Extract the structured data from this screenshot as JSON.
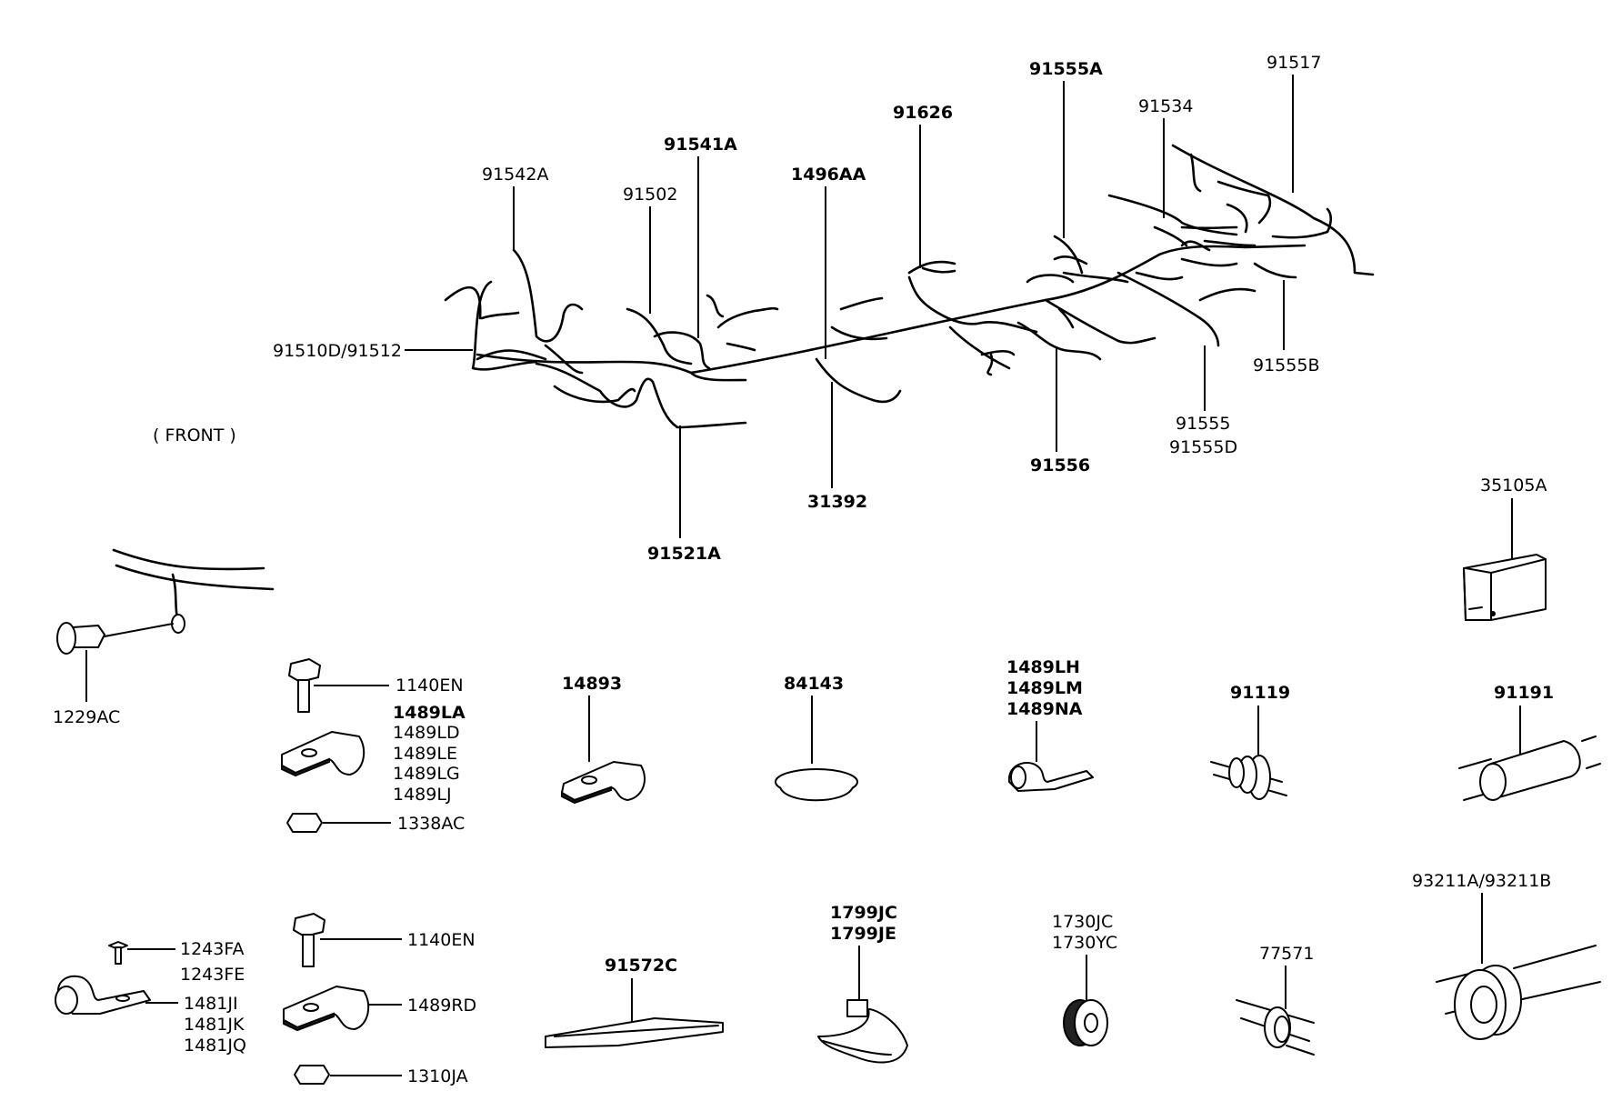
{
  "labels": {
    "front": "( FRONT )",
    "p91542A": "91542A",
    "p91502": "91502",
    "p91541A": "91541A",
    "p1496AA": "1496AA",
    "p91626": "91626",
    "p91555A": "91555A",
    "p91534": "91534",
    "p91517": "91517",
    "p91510D": "91510D/91512",
    "p91555B": "91555B",
    "p91555": "91555",
    "p91555D": "91555D",
    "p91556": "91556",
    "p31392": "31392",
    "p91521A": "91521A",
    "p35105A": "35105A",
    "p1229AC": "1229AC",
    "p1140EN_a": "1140EN",
    "p1489LA": "1489LA",
    "p1489LD": "1489LD",
    "p1489LE": "1489LE",
    "p1489LG": "1489LG",
    "p1489LJ": "1489LJ",
    "p1338AC": "1338AC",
    "p14893": "14893",
    "p84143": "84143",
    "p1489LH": "1489LH",
    "p1489LM": "1489LM",
    "p1489NA": "1489NA",
    "p91119": "91119",
    "p91191": "91191",
    "p1243FA": "1243FA",
    "p1243FE": "1243FE",
    "p1481JI": "1481JI",
    "p1481JK": "1481JK",
    "p1481JQ": "1481JQ",
    "p1140EN_b": "1140EN",
    "p1489RD": "1489RD",
    "p1310JA": "1310JA",
    "p91572C": "91572C",
    "p1799JC": "1799JC",
    "p1799JE": "1799JE",
    "p1730JC": "1730JC",
    "p1730YC": "1730YC",
    "p77571": "77571",
    "p93211A": "93211A/93211B"
  }
}
